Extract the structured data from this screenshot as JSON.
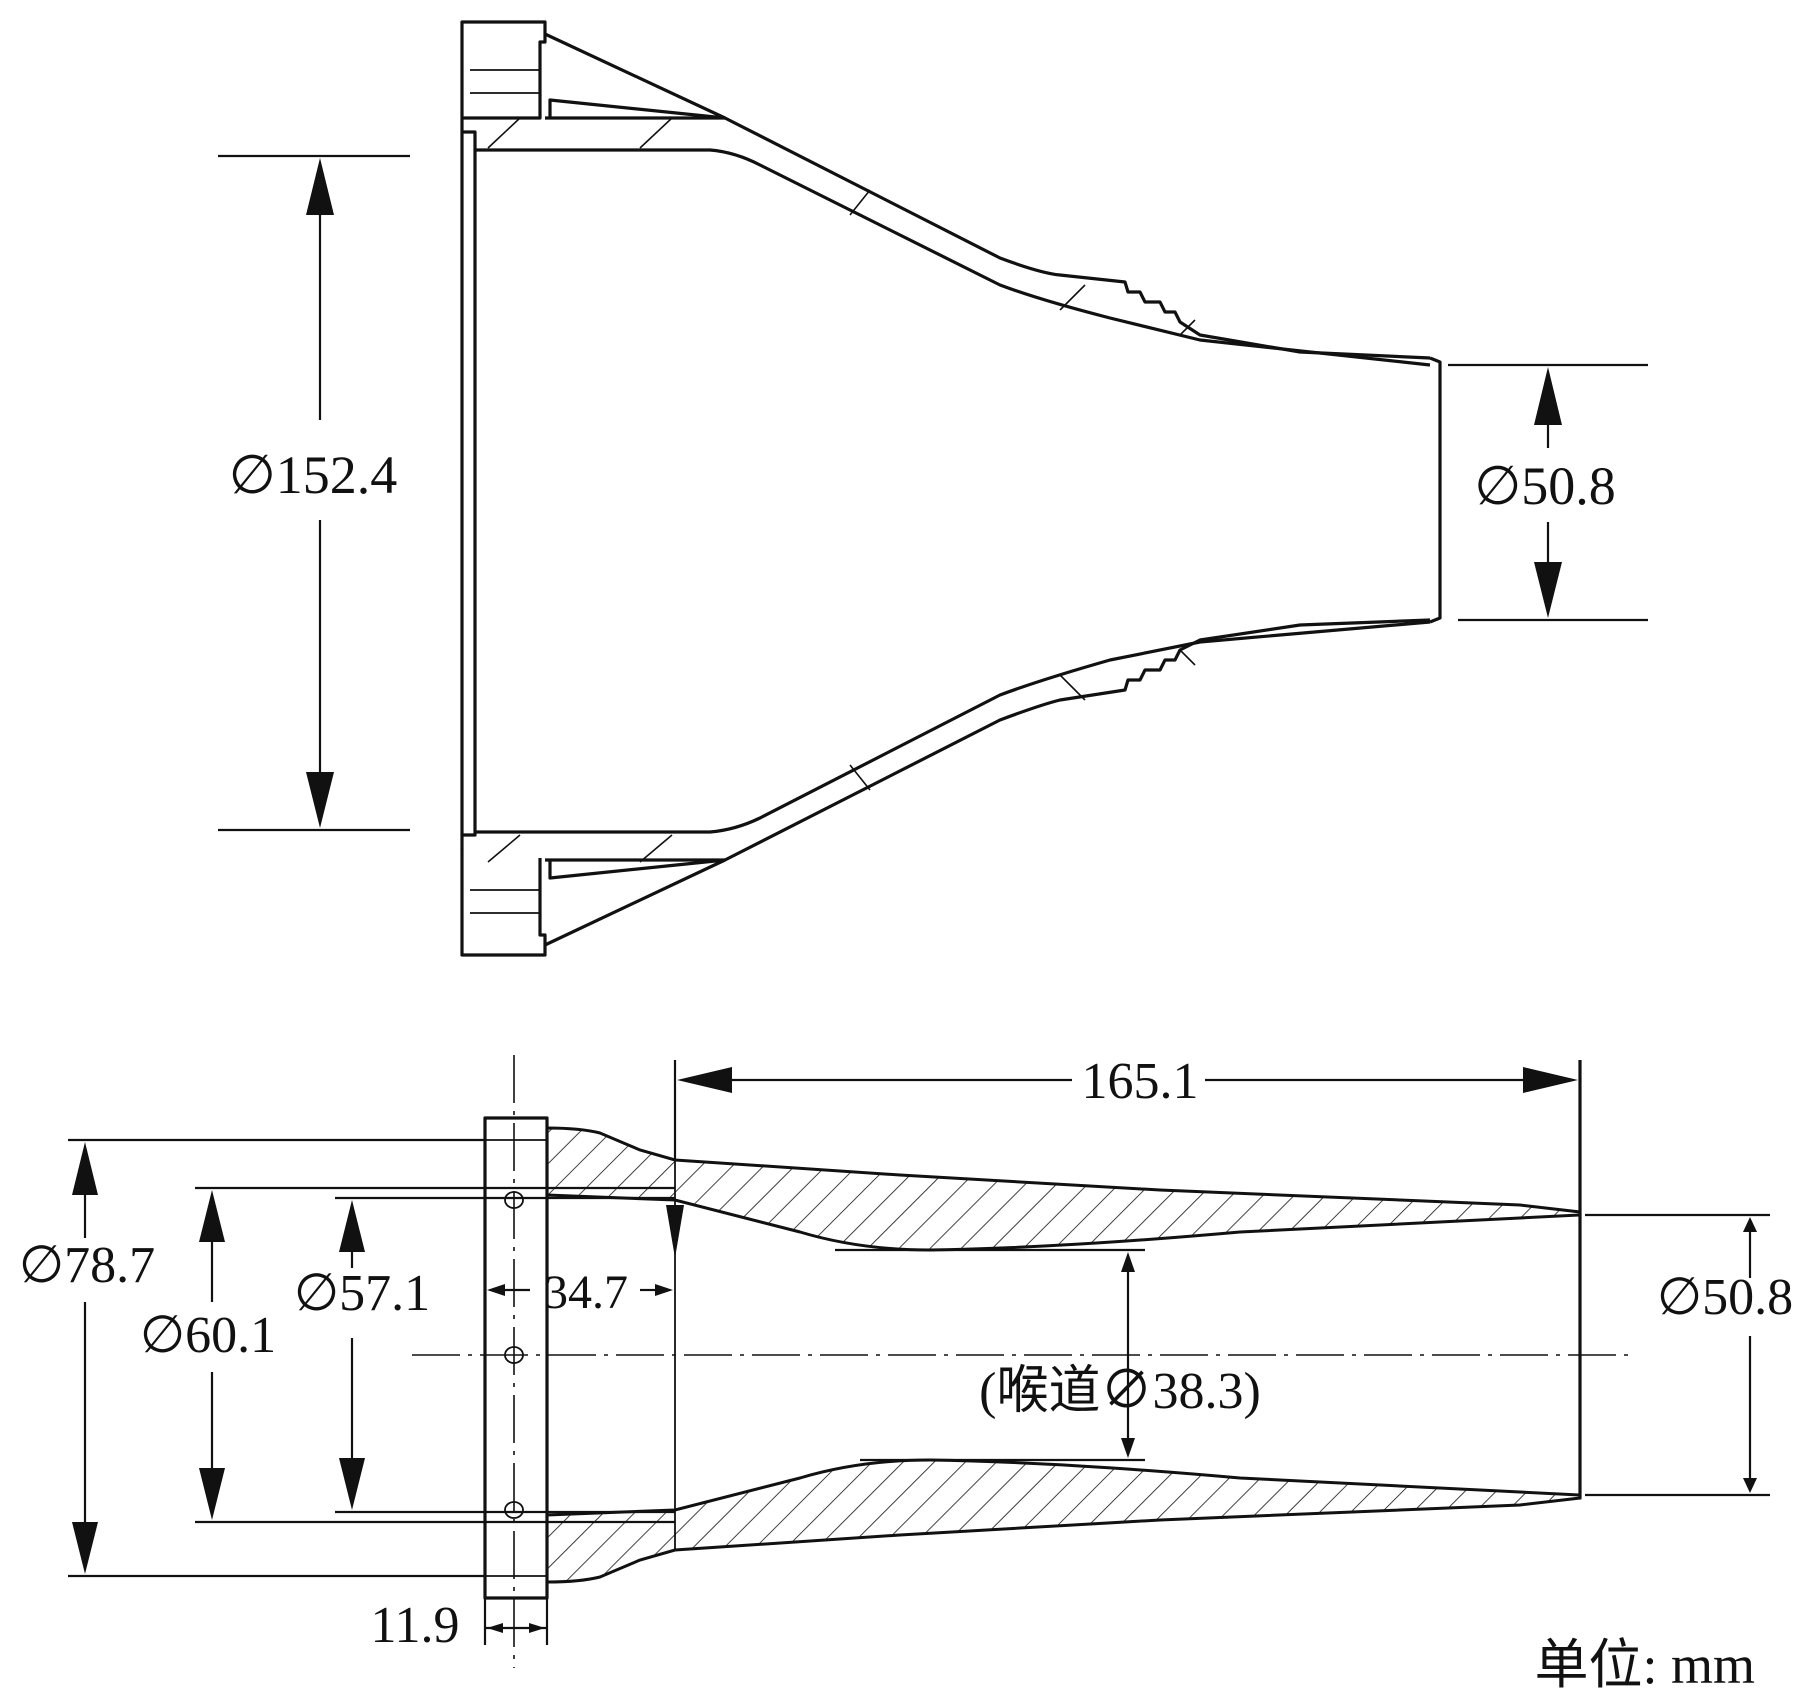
{
  "top_view": {
    "dim_inlet_diameter": "∅152.4",
    "dim_outlet_diameter": "∅50.8"
  },
  "section_view": {
    "dim_overall_length": "165.1",
    "dim_flange_outer_diameter": "∅78.7",
    "dim_diameter_60": "∅60.1",
    "dim_diameter_57": "∅57.1",
    "dim_flange_offset": "34.7",
    "dim_throat": "(喉道∅38.3)",
    "dim_outlet_diameter": "∅50.8",
    "dim_flange_thickness": "11.9"
  },
  "units_label": "单位: mm"
}
